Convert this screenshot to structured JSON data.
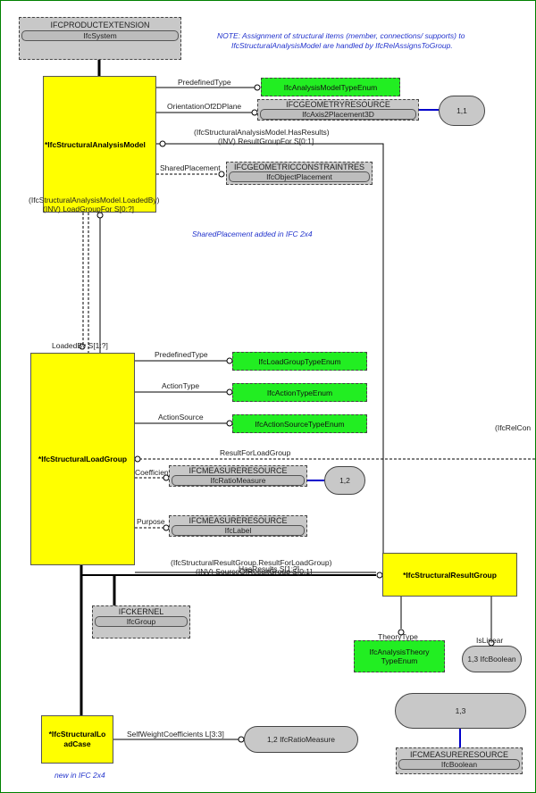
{
  "header": {
    "group_title": "IFCPRODUCTEXTENSION",
    "group_item": "IfcSystem",
    "note_line1": "NOTE:  Assignment of structural items (member, connections/ supports) to",
    "note_line2": "IfcStructuralAnalysisModel are handled by IfcRelAssignsToGroup."
  },
  "entities": {
    "analysis_model": "*IfcStructuralAnalysisModel",
    "load_group": "*IfcStructuralLoadGroup",
    "result_group": "*IfcStructuralResultGroup",
    "load_case": "*IfcStructuralLoadCase"
  },
  "types": {
    "analysis_model_type_enum": "IfcAnalysisModelTypeEnum",
    "load_group_type_enum": "IfcLoadGroupTypeEnum",
    "action_type_enum": "IfcActionTypeEnum",
    "action_source_type_enum": "IfcActionSourceTypeEnum",
    "analysis_theory_type_enum": "IfcAnalysisTheoryTypeEnum"
  },
  "groups": {
    "geometry": {
      "title": "IFCGEOMETRYRESOURCE",
      "item": "IfcAxis2Placement3D"
    },
    "constraint": {
      "title": "IFCGEOMETRICCONSTRAINTRES",
      "item": "IfcObjectPlacement"
    },
    "measure_ratio": {
      "title": "IFCMEASURERESOURCE",
      "item": "IfcRatioMeasure"
    },
    "measure_label": {
      "title": "IFCMEASURERESOURCE",
      "item": "IfcLabel"
    },
    "kernel": {
      "title": "IFCKERNEL",
      "item": "IfcGroup"
    },
    "measure_boolean": {
      "title": "IFCMEASURERESOURCE",
      "item": "IfcBoolean"
    }
  },
  "pills": {
    "axis_card": "1,1",
    "ratio_card": "1,2",
    "is_linear": "1,3 IfcBoolean",
    "boolean_card": "1,3",
    "self_weight": "1,2 IfcRatioMeasure"
  },
  "labels": {
    "predefined_type_model": "PredefinedType",
    "orientation": "OrientationOf2DPlane",
    "has_results_1": "(IfcStructuralAnalysisModel.HasResults)",
    "has_results_2": "(INV) ResultGroupFor S[0:1]",
    "shared_placement": "SharedPlacement",
    "loaded_by_1": "(IfcStructuralAnalysisModel.LoadedBy)",
    "loaded_by_2": "(INV) LoadGroupFor S[0:?]",
    "shared_placement_note": "SharedPlacement added in IFC 2x4",
    "loaded_by_s": "LoadedBy S[1:?]",
    "predefined_type_group": "PredefinedType",
    "action_type": "ActionType",
    "action_source": "ActionSource",
    "result_for_load_group": "ResultForLoadGroup",
    "coefficient": "Coefficient",
    "purpose": "Purpose",
    "result_load_1": "(IfcStructuralResultGroup.ResultForLoadGroup)",
    "result_load_2": "(INV) SourceOfResultGroup S[0:1]",
    "has_results_s": "HasResults S[1:?]",
    "theory_type": "TheoryType",
    "is_linear": "IsLinear",
    "self_weight_coeff": "SelfWeightCoefficients L[3:3]",
    "rel_con": "(IfcRelCon",
    "new_in": "new in IFC 2x4"
  }
}
